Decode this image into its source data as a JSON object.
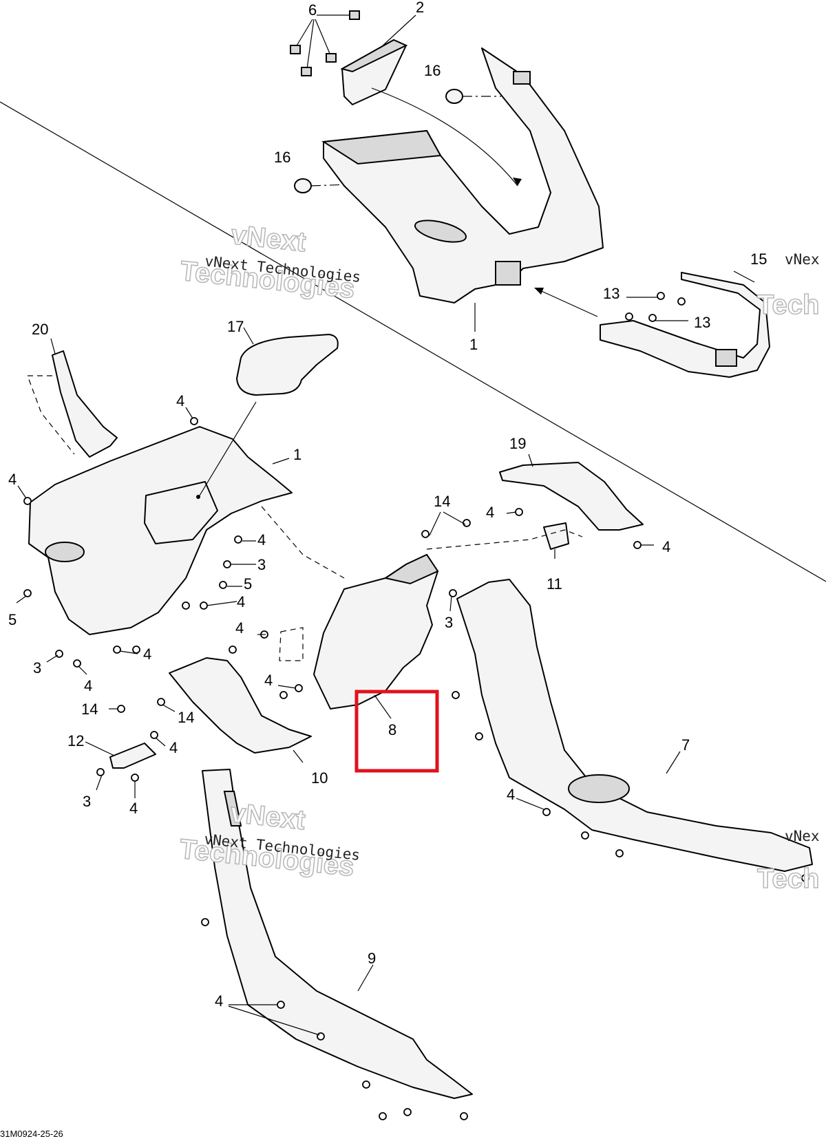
{
  "callouts": {
    "c6": "6",
    "c2": "2",
    "c16a": "16",
    "c16b": "16",
    "c1a": "1",
    "c15": "15",
    "c13a": "13",
    "c13b": "13",
    "c20": "20",
    "c17": "17",
    "c1b": "1",
    "c4a": "4",
    "c4b": "4",
    "c4c": "4",
    "c3a": "3",
    "c5a": "5",
    "c4d": "4",
    "c5b": "5",
    "c4e": "4",
    "c3b": "3",
    "c4f": "4",
    "c4g": "4",
    "c14a": "14",
    "c4h": "4",
    "c19": "19",
    "c4i": "4",
    "c11": "11",
    "c3c": "3",
    "c4j": "4",
    "c8": "8",
    "c14b": "14",
    "c14c": "14",
    "c12": "12",
    "c4k": "4",
    "c3d": "3",
    "c4l": "4",
    "c10": "10",
    "c7": "7",
    "c4m": "4",
    "c9": "9",
    "c4n": "4"
  },
  "watermarks": {
    "small_text": "vNext Technologies",
    "big_line1": "vNext",
    "big_line2": "Technologies",
    "edge_text_1": "vNex",
    "edge_text_2": "Tech"
  },
  "drawing_code": "31M0924-25-26",
  "highlight": {
    "target_callout": "8",
    "color": "#e0121d"
  }
}
